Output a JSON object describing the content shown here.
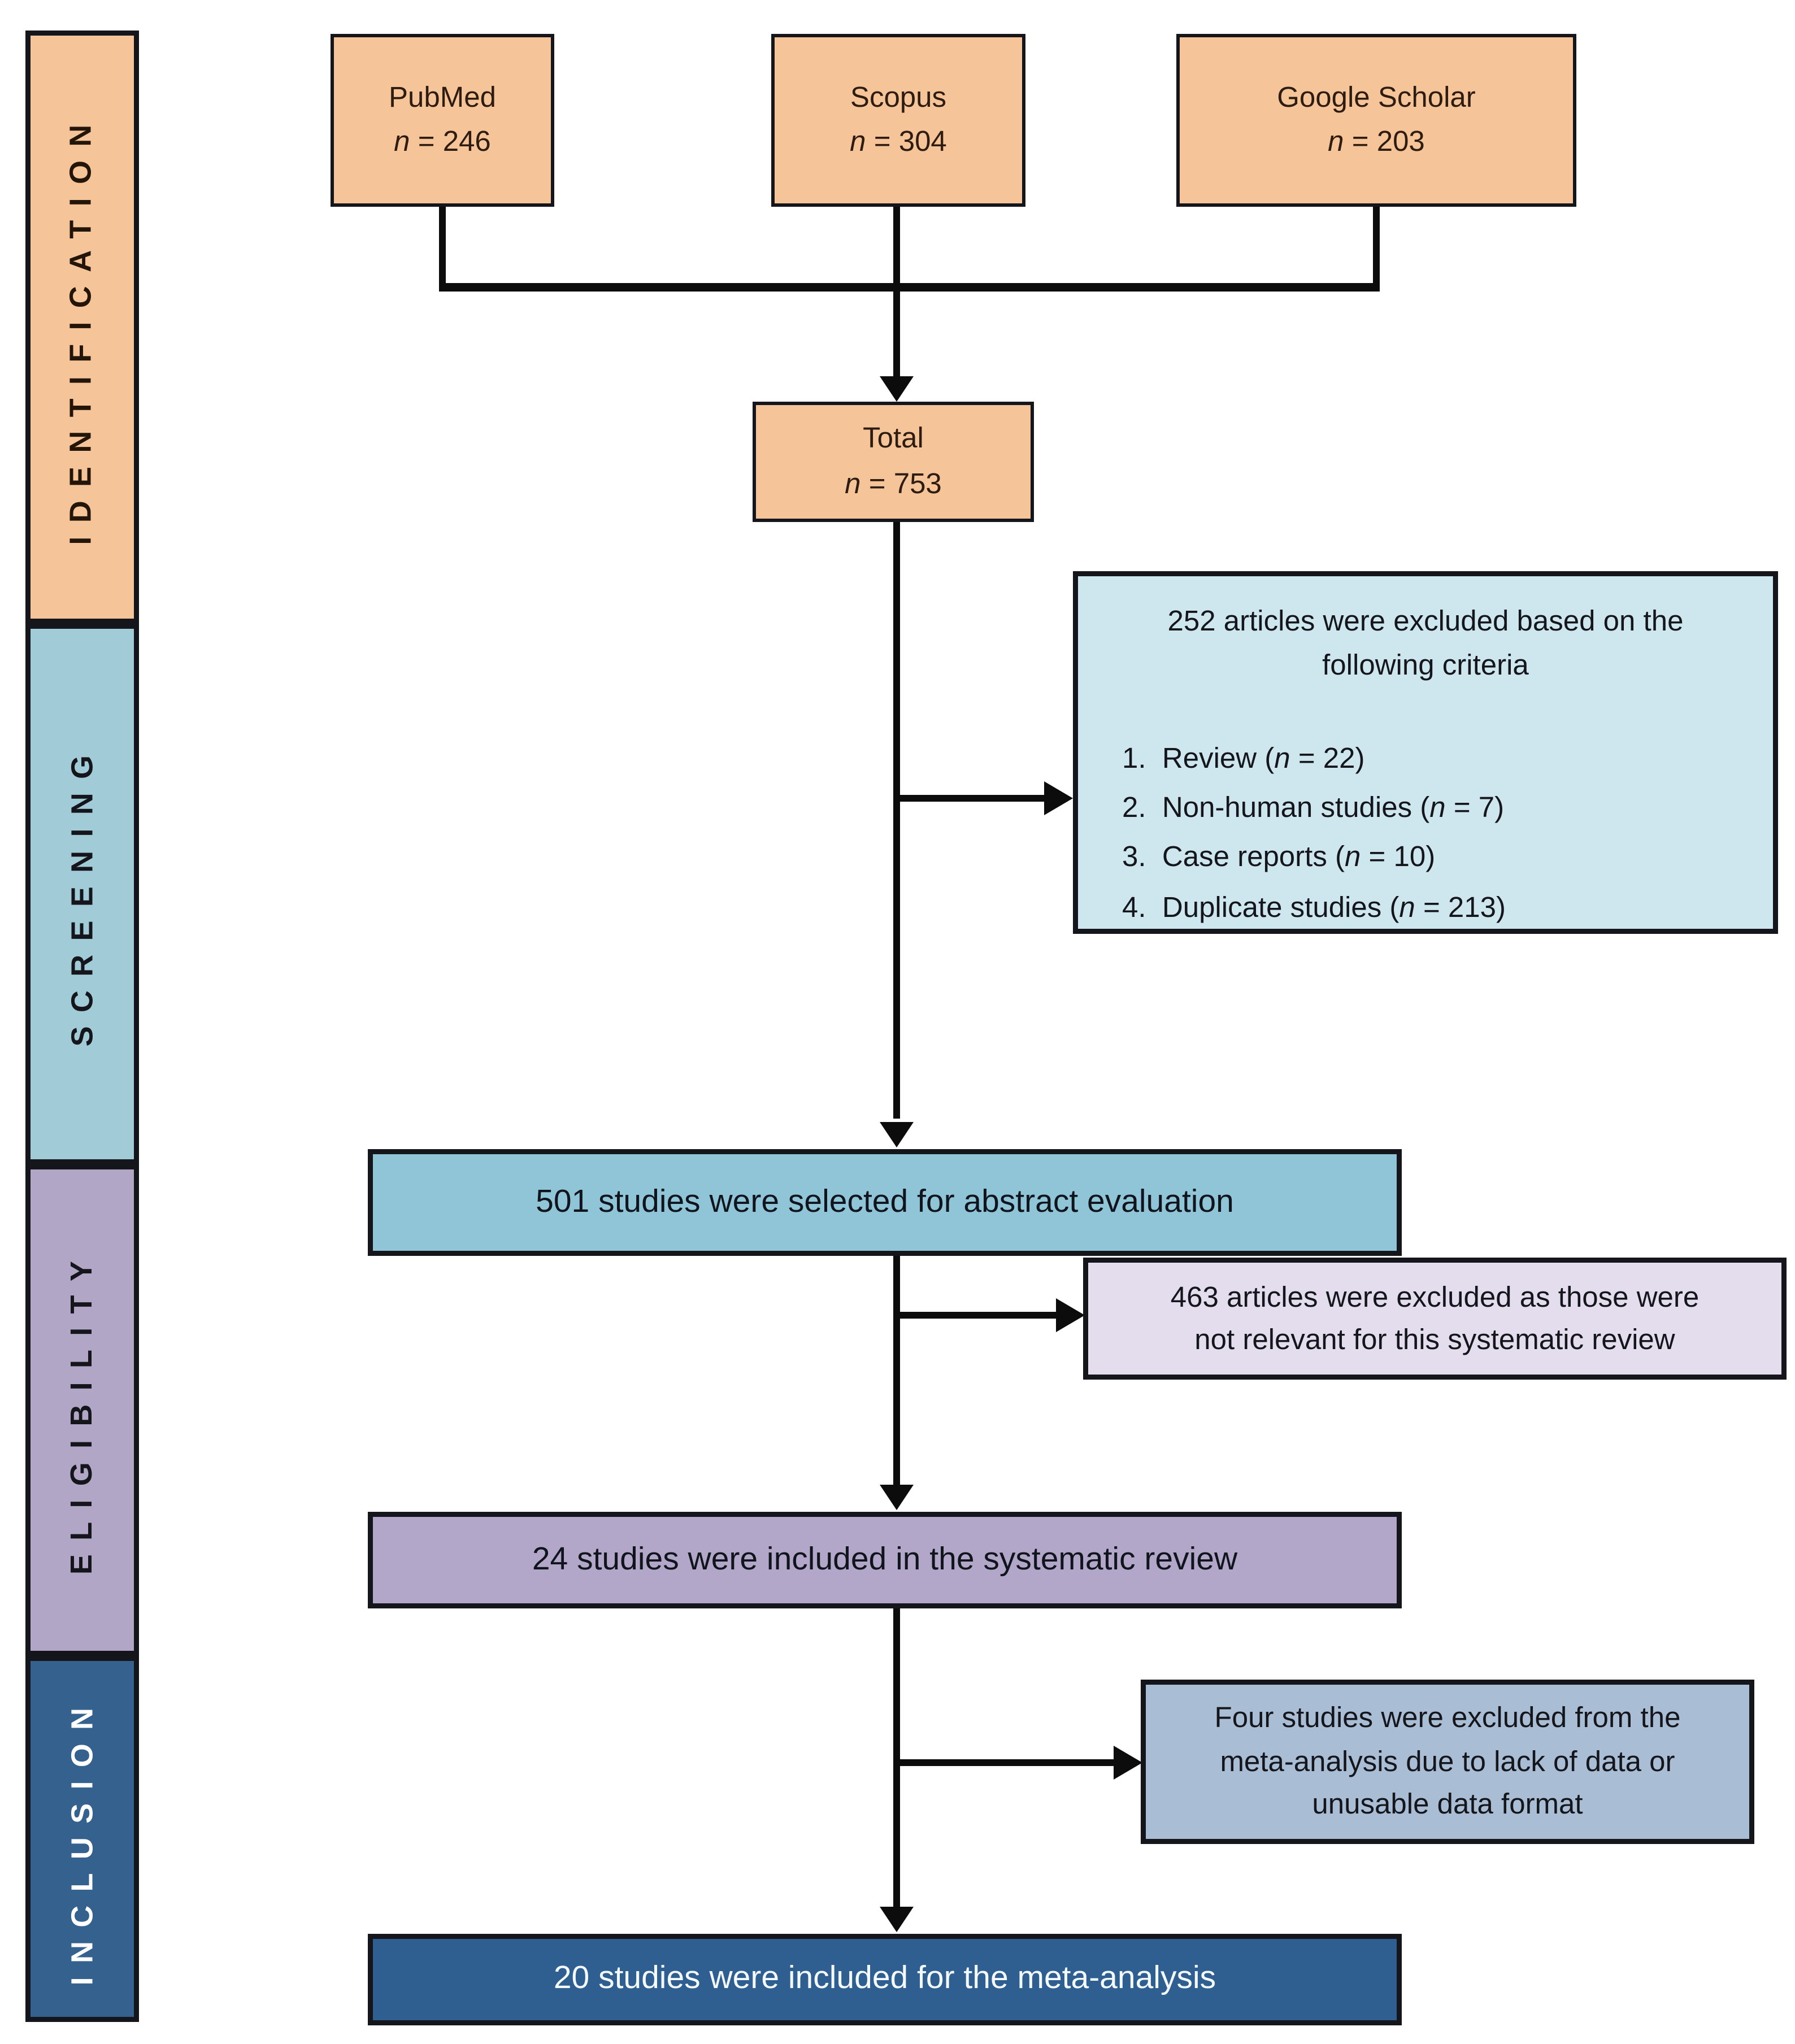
{
  "figure": {
    "title": "PRISMA study selection flow diagram",
    "palette": {
      "identification_orange": "#F6C499",
      "screening_sidebar_blue": "#A2CBD8",
      "screening_box_pale_blue": "#CEE7EF",
      "screening_box_mid_blue": "#90C5D7",
      "eligibility_sidebar_purple": "#B2A6C7",
      "eligibility_box_pale_lavender": "#E3DDED",
      "eligibility_box_purple": "#B3A7C9",
      "inclusion_dark_blue": "#2F5F90",
      "inclusion_box_blue_gray": "#A9BDD4",
      "line_black": "#0C0C0C"
    }
  },
  "sidebar": {
    "stages": [
      {
        "label": "IDENTIFICATION",
        "bg": "#F6C499",
        "fg": "#231507"
      },
      {
        "label": "SCREENING",
        "bg": "#A2CBD8",
        "fg": "#14161c"
      },
      {
        "label": "ELIGIBILITY",
        "bg": "#B2A6C7",
        "fg": "#14161c"
      },
      {
        "label": "INCLUSION",
        "bg": "#35618F",
        "fg": "#ffffff"
      }
    ]
  },
  "sources": [
    {
      "name": "PubMed",
      "count": [
        {
          "t": "n",
          "i": true
        },
        {
          "t": " = 246"
        }
      ]
    },
    {
      "name": "Scopus",
      "count": [
        {
          "t": "n",
          "i": true
        },
        {
          "t": " = 304"
        }
      ]
    },
    {
      "name": "Google Scholar",
      "count": [
        {
          "t": "n",
          "i": true
        },
        {
          "t": " = 203"
        }
      ]
    }
  ],
  "total": {
    "name": "Total",
    "count": [
      {
        "t": "n",
        "i": true
      },
      {
        "t": " = 753"
      }
    ]
  },
  "screening_exclusion": {
    "heading_lines": [
      "252 articles were excluded based on the",
      "following criteria"
    ],
    "items": [
      [
        {
          "t": "1.  Review ("
        },
        {
          "t": "n",
          "i": true
        },
        {
          "t": " = 22)"
        }
      ],
      [
        {
          "t": "2.  Non-human studies ("
        },
        {
          "t": "n",
          "i": true
        },
        {
          "t": " = 7)"
        }
      ],
      [
        {
          "t": "3.  Case reports ("
        },
        {
          "t": "n",
          "i": true
        },
        {
          "t": " = 10)"
        }
      ],
      [
        {
          "t": "4.  Duplicate studies ("
        },
        {
          "t": "n",
          "i": true
        },
        {
          "t": " = 213)"
        }
      ]
    ]
  },
  "abstract_box": {
    "label": "501 studies were selected for abstract evaluation"
  },
  "eligibility_exclusion": {
    "lines": [
      "463 articles were excluded as those were",
      "not relevant for this systematic review"
    ]
  },
  "systematic_box": {
    "label": "24 studies were included in the systematic review"
  },
  "meta_exclusion": {
    "lines": [
      "Four studies were excluded from the",
      "meta-analysis due to lack of data or",
      "unusable data format"
    ]
  },
  "meta_box": {
    "label": "20 studies were included for the meta-analysis"
  }
}
